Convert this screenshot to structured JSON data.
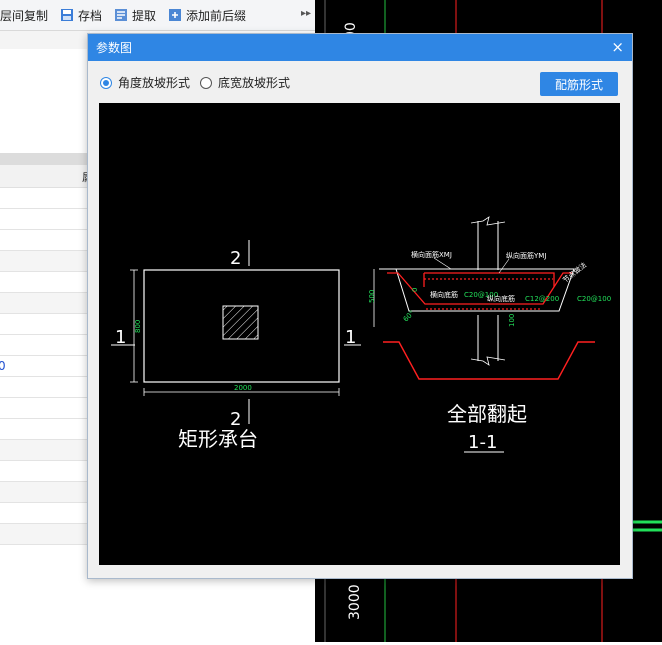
{
  "toolbar": {
    "items": [
      {
        "label": "层间复制",
        "icon": "copy-floor-icon"
      },
      {
        "label": "存档",
        "icon": "save-icon"
      },
      {
        "label": "提取",
        "icon": "extract-icon"
      },
      {
        "label": "添加前后缀",
        "icon": "add-affix-icon"
      }
    ],
    "more": "▸▸"
  },
  "left_panel": {
    "header_text": "属",
    "row_value": "0"
  },
  "bg_canvas": {
    "axis_label_top": "00",
    "axis_label_bottom": "3000"
  },
  "dialog": {
    "title": "参数图",
    "close": "×",
    "options": [
      {
        "label": "角度放坡形式",
        "selected": true
      },
      {
        "label": "底宽放坡形式",
        "selected": false
      }
    ],
    "config_button": "配筋形式"
  },
  "diagram": {
    "plan": {
      "section_mark_top": "2",
      "section_mark_bottom": "2",
      "section_mark_left": "1",
      "section_mark_right": "1",
      "dim_height": "800",
      "dim_width": "2000",
      "caption": "矩形承台"
    },
    "section": {
      "label_transverse_top": "横向面筋XMJ",
      "label_longitudinal_top": "纵向面筋YMJ",
      "label_slope": "节点做法",
      "label_transverse_bottom": "横向底筋",
      "label_transverse_bottom_value": "C20@100",
      "label_longitudinal_bottom": "纵向底筋",
      "label_longitudinal_bottom_value": "C12@200",
      "label_side_value": "C20@100",
      "dim_depth": "500",
      "dim_cover": "0",
      "dim_angle": "60°",
      "dim_bottom": "100",
      "caption": "全部翻起",
      "section_id": "1-1"
    }
  },
  "colors": {
    "accent": "#2f86e4",
    "drawing_bg": "#000000",
    "rebar_red": "#ff2020",
    "dim_green": "#22e05a",
    "line_white": "#ffffff"
  }
}
